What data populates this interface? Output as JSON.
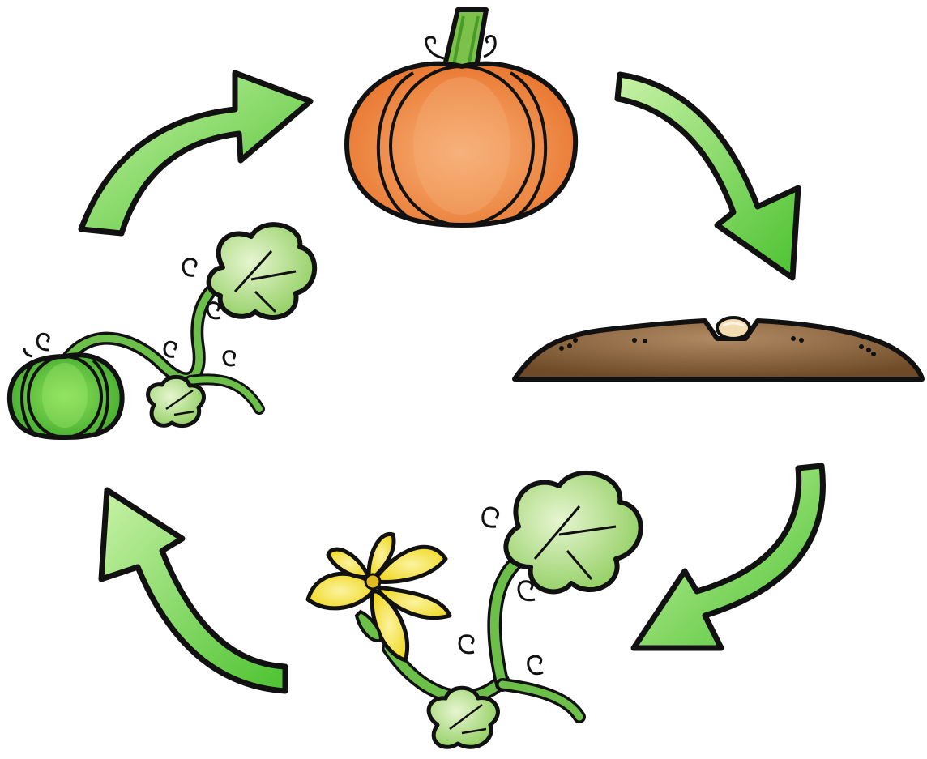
{
  "diagram": {
    "type": "cycle",
    "stages": [
      {
        "id": "pumpkin",
        "icon": "ripe-orange-pumpkin"
      },
      {
        "id": "seed",
        "icon": "seed-in-soil"
      },
      {
        "id": "flower",
        "icon": "vine-with-yellow-flower"
      },
      {
        "id": "green-pumpkin",
        "icon": "vine-with-green-pumpkin"
      }
    ],
    "arrows": [
      {
        "from": "pumpkin",
        "to": "seed"
      },
      {
        "from": "seed",
        "to": "flower"
      },
      {
        "from": "flower",
        "to": "green-pumpkin"
      },
      {
        "from": "green-pumpkin",
        "to": "pumpkin"
      }
    ]
  },
  "colors": {
    "pumpkin_orange": "#f08a3c",
    "pumpkin_highlight": "#f7b27a",
    "stem_green": "#7cc24a",
    "leaf_green": "#b4dc8c",
    "vine_green": "#6cc04a",
    "arrow_green": "#5ecf3a",
    "arrow_highlight": "#c8f2a6",
    "soil_brown": "#7a5230",
    "soil_highlight": "#b08a62",
    "seed_cream": "#f2dcb0",
    "flower_yellow": "#f5e23a",
    "flower_center": "#e0b820",
    "outline": "#111111"
  }
}
